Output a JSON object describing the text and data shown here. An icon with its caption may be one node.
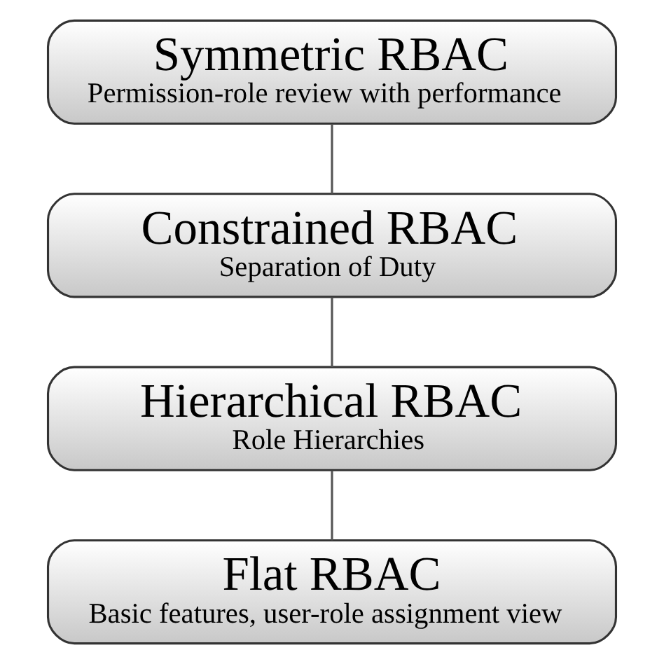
{
  "diagram": {
    "nodes": [
      {
        "text": [
          "Symmetric RBAC",
          "Permission-role review with performance"
        ]
      },
      {
        "text": [
          "Constrained RBAC",
          "Separation of Duty"
        ]
      },
      {
        "text": [
          "Hierarchical RBAC",
          "Role Hierarchies"
        ]
      },
      {
        "text": [
          "Flat RBAC",
          "Basic features, user-role assignment view"
        ]
      }
    ],
    "edges": [
      {
        "from": 0,
        "to": 1,
        "arrow": "none"
      },
      {
        "from": 1,
        "to": 2,
        "arrow": "none"
      },
      {
        "from": 2,
        "to": 3,
        "arrow": "none"
      }
    ]
  }
}
